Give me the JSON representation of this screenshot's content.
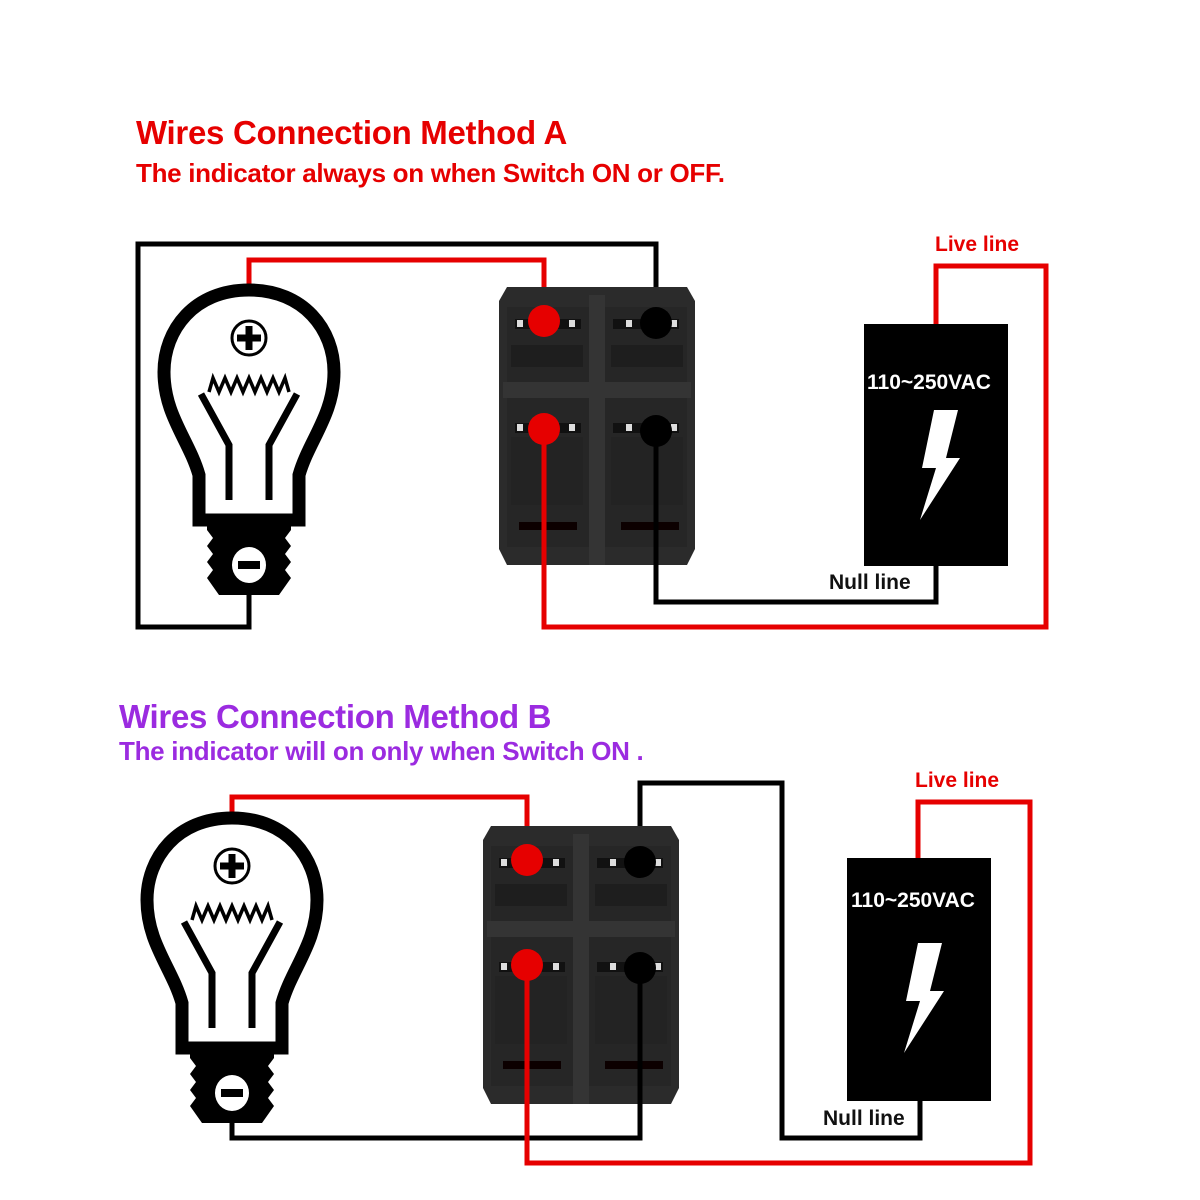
{
  "method_a": {
    "title": "Wires Connection Method A",
    "subtitle": "The indicator always on when Switch ON or OFF.",
    "title_color": "#e60000",
    "live_label": "Live line",
    "null_label": "Null line",
    "power_label": "110~250VAC"
  },
  "method_b": {
    "title": "Wires Connection Method B",
    "subtitle": "The indicator will on only when Switch ON .",
    "title_color": "#9b2be0",
    "live_label": "Live line",
    "null_label": "Null line",
    "power_label": "110~250VAC"
  },
  "colors": {
    "live_wire": "#e60000",
    "null_wire": "#000000",
    "switch_body": "#2b2b2b"
  },
  "icons": [
    "light-bulb-icon",
    "plus-terminal-icon",
    "minus-terminal-icon",
    "rocker-switch-icon",
    "lightning-bolt-icon",
    "power-source-icon"
  ]
}
